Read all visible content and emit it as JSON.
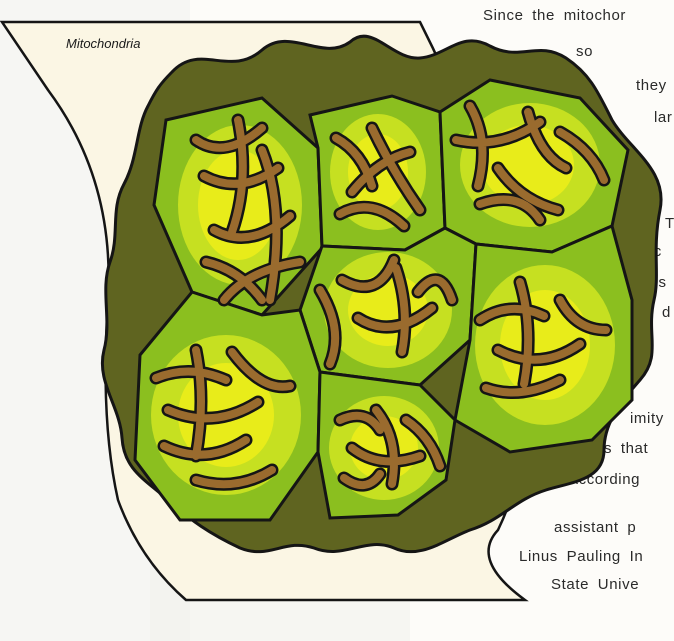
{
  "caption": "Mitochondria",
  "text_fragments": [
    "Since the mitochor",
    "so",
    "they",
    "lar",
    "T",
    "mitoc",
    "to s",
    "d",
    "imity",
    "cals that",
    "According",
    "assistant p",
    "Linus Pauling In",
    "State Unive"
  ],
  "colors": {
    "paper": "#fbf6e4",
    "cell_membrane": "#5f6420",
    "cell_fill": "#8bbf1f",
    "cell_inner": "#c6e021",
    "cell_core": "#e8ec1a",
    "mito_fill": "#9a6b2e",
    "outline": "#151515"
  }
}
